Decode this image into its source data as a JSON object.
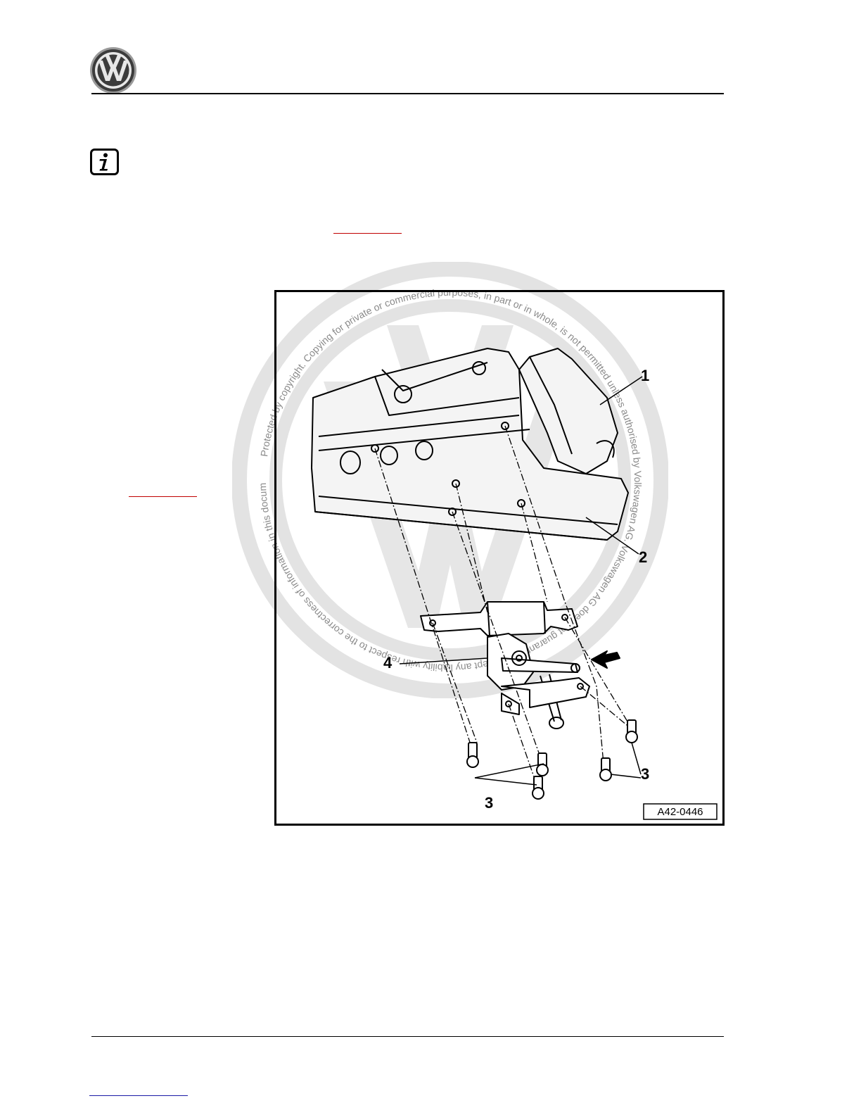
{
  "header": {
    "logo_icon": "vw-logo-icon"
  },
  "note": {
    "icon": "info-icon"
  },
  "figure": {
    "id_label": "A42-0446",
    "callouts": {
      "c1": "1",
      "c2": "2",
      "c3a": "3",
      "c3b": "3",
      "c4": "4"
    }
  },
  "watermark": {
    "text": "Protected by copyright. Copying for private or commercial purposes, in part or in whole, is not permitted unless authorised by Volkswagen AG. Volkswagen AG does not guarantee or accept any liability with respect to the correctness of information in this document. Copyright by Volkswagen AG."
  },
  "colors": {
    "link_red": "#c00000",
    "footer_link_blue": "#1a1aa6",
    "watermark_gray": "#d9d9d9"
  }
}
